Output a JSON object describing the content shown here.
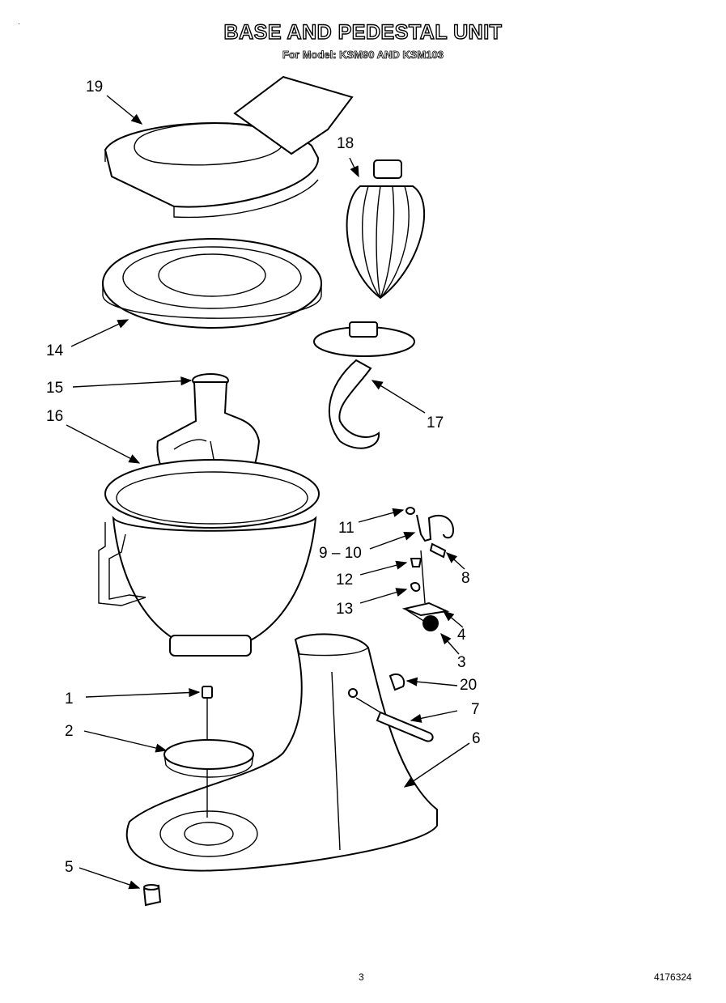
{
  "header": {
    "title": "BASE AND PEDESTAL UNIT",
    "subtitle": "For Model: KSM90 AND KSM103"
  },
  "footer": {
    "page_number": "3",
    "document_number": "4176324"
  },
  "callouts": {
    "c1": "1",
    "c2": "2",
    "c3": "3",
    "c4": "4",
    "c5": "5",
    "c6": "6",
    "c7": "7",
    "c8": "8",
    "c9_10": "9 – 10",
    "c11": "11",
    "c12": "12",
    "c13": "13",
    "c14": "14",
    "c15": "15",
    "c16": "16",
    "c17": "17",
    "c18": "18",
    "c19": "19",
    "c20": "20"
  }
}
